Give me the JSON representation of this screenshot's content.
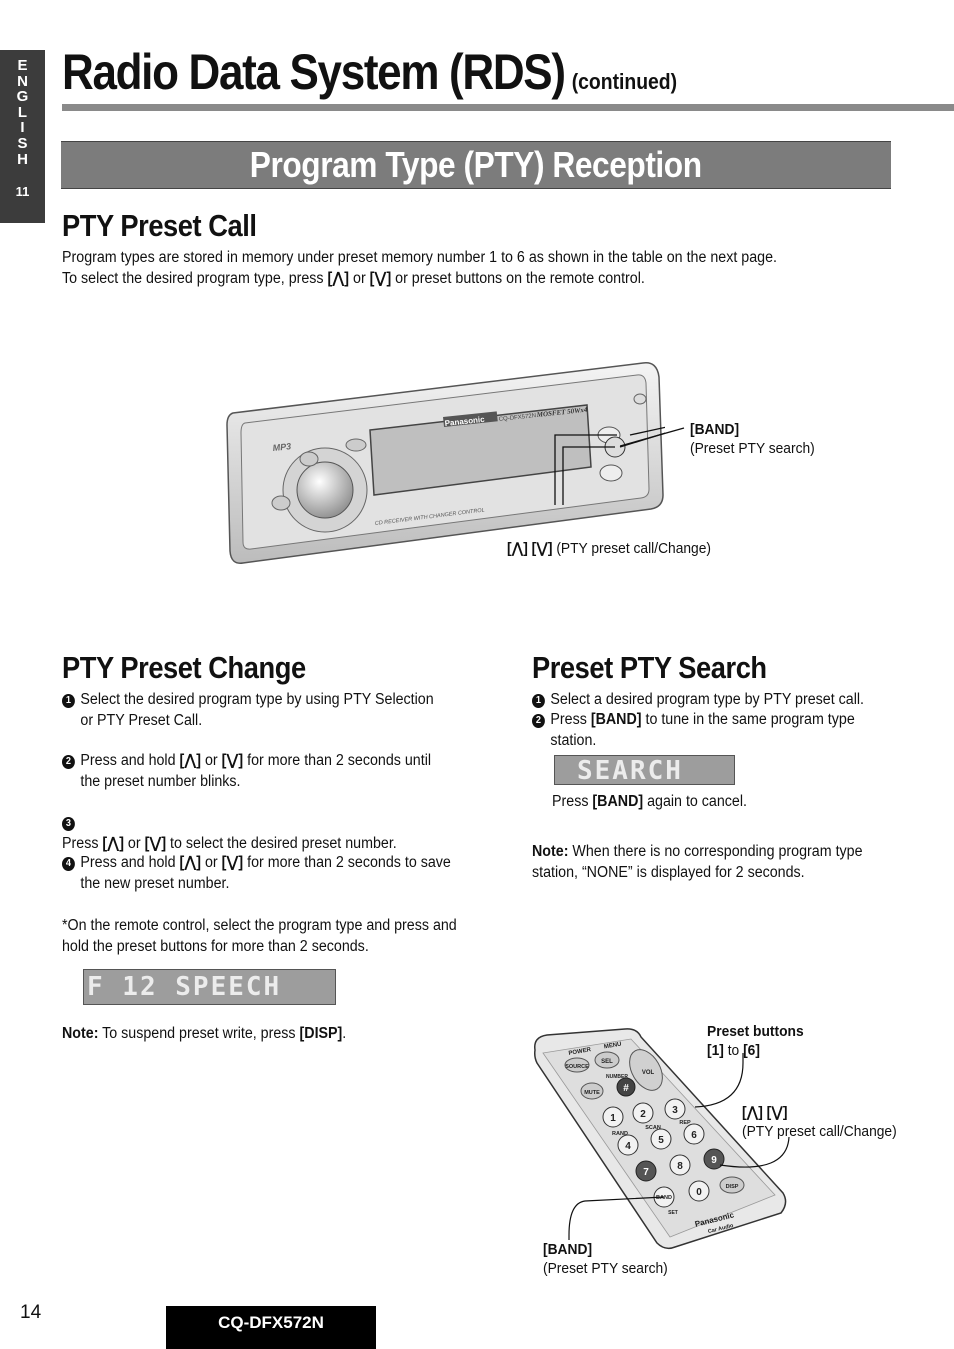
{
  "sidebar": {
    "letters": [
      "E",
      "N",
      "G",
      "L",
      "I",
      "S",
      "H"
    ],
    "number": "11"
  },
  "header": {
    "title": "Radio Data System (RDS)",
    "subtitle": "(continued)"
  },
  "banner": {
    "title": "Program Type (PTY) Reception"
  },
  "pty_preset_call": {
    "heading": "PTY Preset Call",
    "line1": "Program types are stored in memory under preset memory number 1 to 6 as shown in the table on the next page.",
    "line2_pre": "To select the desired program type, press",
    "line2_or": "or",
    "line2_post": "or preset buttons on the remote control."
  },
  "keys": {
    "up": "[⋀]",
    "down": "[⋁]",
    "band": "[BAND]",
    "disp": "[DISP]"
  },
  "head_unit": {
    "brand": "Panasonic",
    "model": "CQ-DFX572N",
    "power_label": "MOSFET 50Wx4",
    "mp3_label": "MP3",
    "bottom_label": "CD RECEIVER WITH CHANGER CONTROL",
    "callout_band_title": "[BAND]",
    "callout_band_desc": "(Preset PTY search)",
    "callout_keys": "[⋀] [⋁]",
    "callout_keys_desc": "(PTY preset call/Change)"
  },
  "pty_preset_change": {
    "heading": "PTY Preset Change",
    "step1": "Select the desired program type by using PTY Selection or PTY Preset Call.",
    "step2_pre": "Press and hold",
    "step2_or": "or",
    "step2_post": "for more than 2 seconds until the preset number blinks.",
    "step3_pre": "Press",
    "step3_or": "or",
    "step3_post": "to select the desired preset number.",
    "step4_pre": "Press and hold",
    "step4_or": "or",
    "step4_post": "for more than 2 seconds to save the new preset number.",
    "remote_note": "*On the remote control, select the program type and press and hold the preset buttons for more than 2 seconds.",
    "display_prefix": "F 12",
    "display_text": "SPEECH",
    "note_label": "Note:",
    "note_text": "To suspend preset write, press",
    "note_end": "."
  },
  "preset_pty_search": {
    "heading": "Preset PTY Search",
    "step1": "Select a desired program type by PTY preset call.",
    "step2_pre": "Press",
    "step2_post": "to tune in the same program type station.",
    "display_text": "SEARCH",
    "cancel_pre": "Press",
    "cancel_post": "again to cancel.",
    "note_label": "Note:",
    "note_text": "When there is no corresponding program type station, “NONE” is displayed for 2 seconds."
  },
  "remote": {
    "callout_preset_title": "Preset buttons",
    "callout_preset_range_1": "[1]",
    "callout_preset_to": "to",
    "callout_preset_range_2": "[6]",
    "callout_keys": "[⋀] [⋁]",
    "callout_keys_desc": "(PTY preset call/Change)",
    "callout_band_title": "[BAND]",
    "callout_band_desc": "(Preset PTY search)",
    "brand": "Panasonic",
    "sub_brand": "Car Audio",
    "buttons": {
      "power": "POWER",
      "menu": "MENU",
      "source": "SOURCE",
      "sel": "SEL",
      "vol": "VOL",
      "mute": "MUTE",
      "number": "NUMBER",
      "hash": "#",
      "b1": "1",
      "b2": "2",
      "b3": "3",
      "b4": "4",
      "b5": "5",
      "b6": "6",
      "b7": "7",
      "b8": "8",
      "b9": "9",
      "b0": "0",
      "rand": "RAND",
      "scan": "SCAN",
      "rep": "REP",
      "disp": "DISP",
      "band": "BAND",
      "set": "SET"
    }
  },
  "footer": {
    "page_number": "14",
    "model": "CQ-DFX572N"
  }
}
